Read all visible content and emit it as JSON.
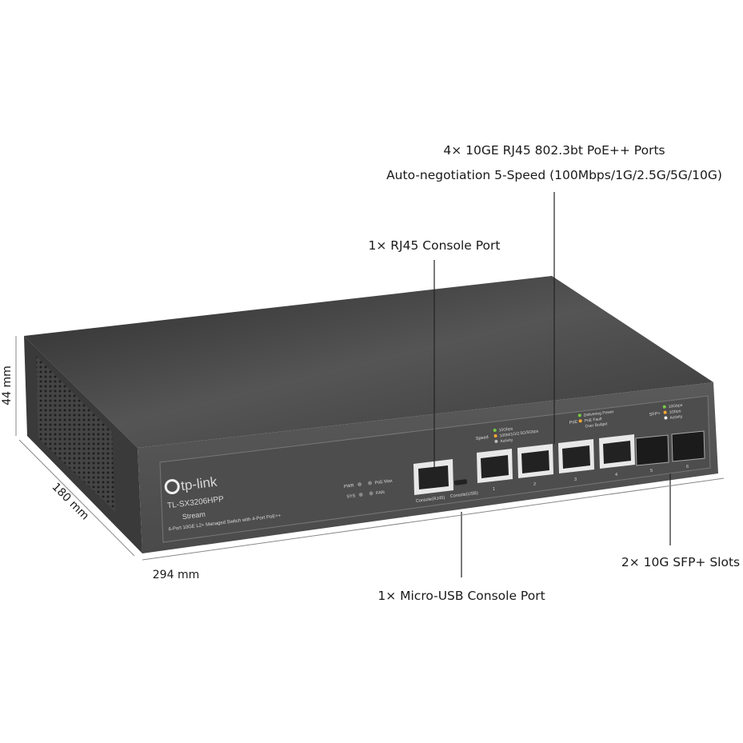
{
  "callouts": {
    "poe_ports_title": "4× 10GE RJ45 802.3bt PoE++ Ports",
    "poe_ports_subtitle": "Auto-negotiation 5-Speed (100Mbps/1G/2.5G/5G/10G)",
    "rj45_console": "1× RJ45 Console Port",
    "usb_console": "1× Micro-USB Console Port",
    "sfp_slots": "2× 10G SFP+ Slots"
  },
  "dimensions": {
    "height": "44 mm",
    "depth": "180 mm",
    "width": "294 mm"
  },
  "panel": {
    "brand": "tp-link",
    "model": "TL-SX3206HPP",
    "series": "Stream",
    "description": "6-Port 10GE L2+ Managed Switch with 4-Port PoE++",
    "leds": {
      "pwr": "PWR",
      "sys": "SYS",
      "poe_max": "PoE Max",
      "fan": "FAN"
    },
    "console_rj45": "Console(RJ45)",
    "console_usb": "Console(USB)",
    "speed_legend": {
      "title": "Speed",
      "l1": "10Gbps",
      "l2": "100M/1G/2.5G/5Gbps",
      "l3": "Activity"
    },
    "poe_legend": {
      "title": "PoE",
      "l1": "Delivering Power",
      "l2": "PoE Fault",
      "l3": "Over Budget"
    },
    "sfp_legend": {
      "title": "SFP+",
      "l1": "10Gbps",
      "l2": "1Gbps",
      "l3": "Activity"
    },
    "port_labels": {
      "speed": "Speed",
      "poe": "PoE",
      "sfp": "SFP+"
    },
    "ports": [
      "1",
      "2",
      "3",
      "4",
      "5",
      "6"
    ]
  }
}
